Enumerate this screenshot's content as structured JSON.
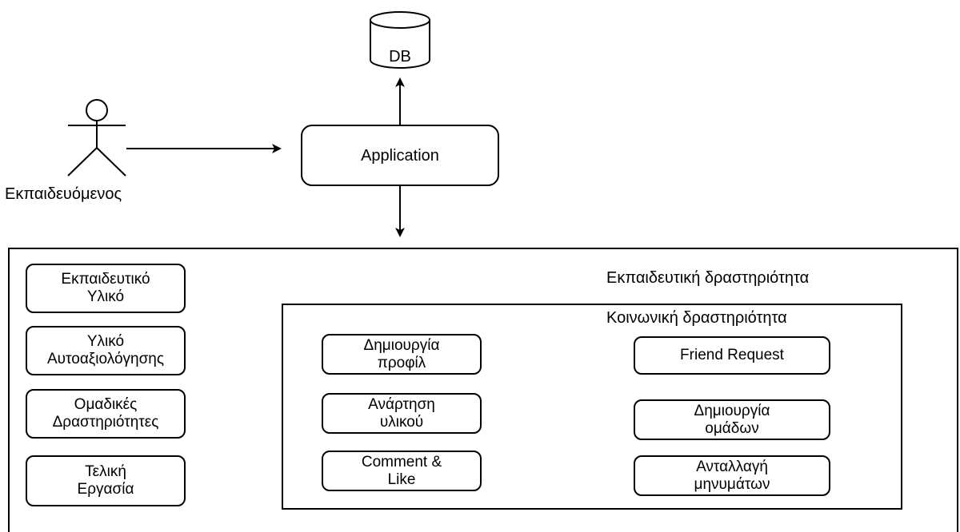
{
  "diagram": {
    "actor_label": "Εκπαιδευόμενος",
    "database_label": "DB",
    "application_label": "Application",
    "educational_activity_title": "Εκπαιδευτική δραστηριότητα",
    "social_activity_title": "Κοινωνική δραστηριότητα",
    "educational_items": [
      "Εκπαιδευτικό\nΥλικό",
      "Υλικό\nΑυτοαξιολόγησης",
      "Ομαδικές\nΔραστηριότητες",
      "Τελική\nΕργασία"
    ],
    "social_left_items": [
      "Δημιουργία\nπροφίλ",
      "Ανάρτηση\nυλικού",
      "Comment &\nLike"
    ],
    "social_right_items": [
      "Friend Request",
      "Δημιουργία\nομάδων",
      "Ανταλλαγή\nμηνυμάτων"
    ]
  }
}
